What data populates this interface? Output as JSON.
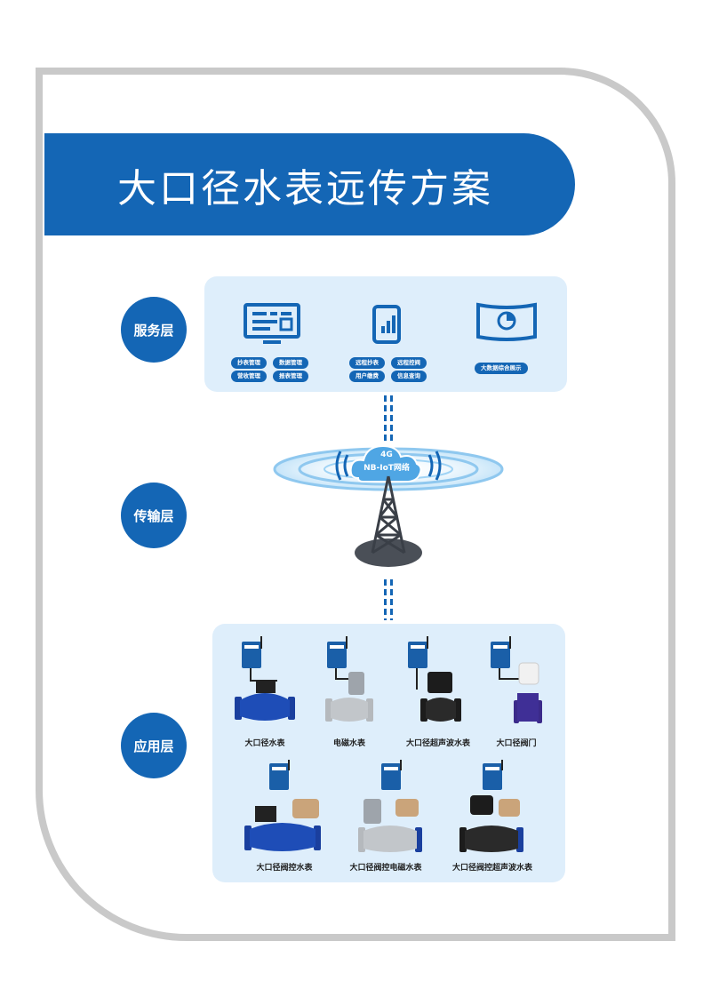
{
  "title": "大口径水表远传方案",
  "layers": {
    "service": "服务层",
    "transport": "传输层",
    "application": "应用层"
  },
  "service_groups": [
    {
      "icon": "monitor-icon",
      "tags": [
        "抄表管理",
        "数据管理",
        "营收管理",
        "报表管理"
      ]
    },
    {
      "icon": "tablet-icon",
      "tags": [
        "远程抄表",
        "远程控阀",
        "用户缴费",
        "信息查询"
      ]
    },
    {
      "icon": "curved-display-icon",
      "tags": [
        "大数据综合展示"
      ]
    }
  ],
  "network": {
    "line1": "4G",
    "line2": "NB-IoT网络"
  },
  "products_row1": [
    "大口径水表",
    "电磁水表",
    "大口径超声波水表",
    "大口径阀门"
  ],
  "products_row2": [
    "大口径阀控水表",
    "大口径阀控电磁水表",
    "大口径阀控超声波水表"
  ],
  "colors": {
    "primary": "#1466b5",
    "panel": "#deeefb",
    "frame": "#c9c9c9"
  }
}
